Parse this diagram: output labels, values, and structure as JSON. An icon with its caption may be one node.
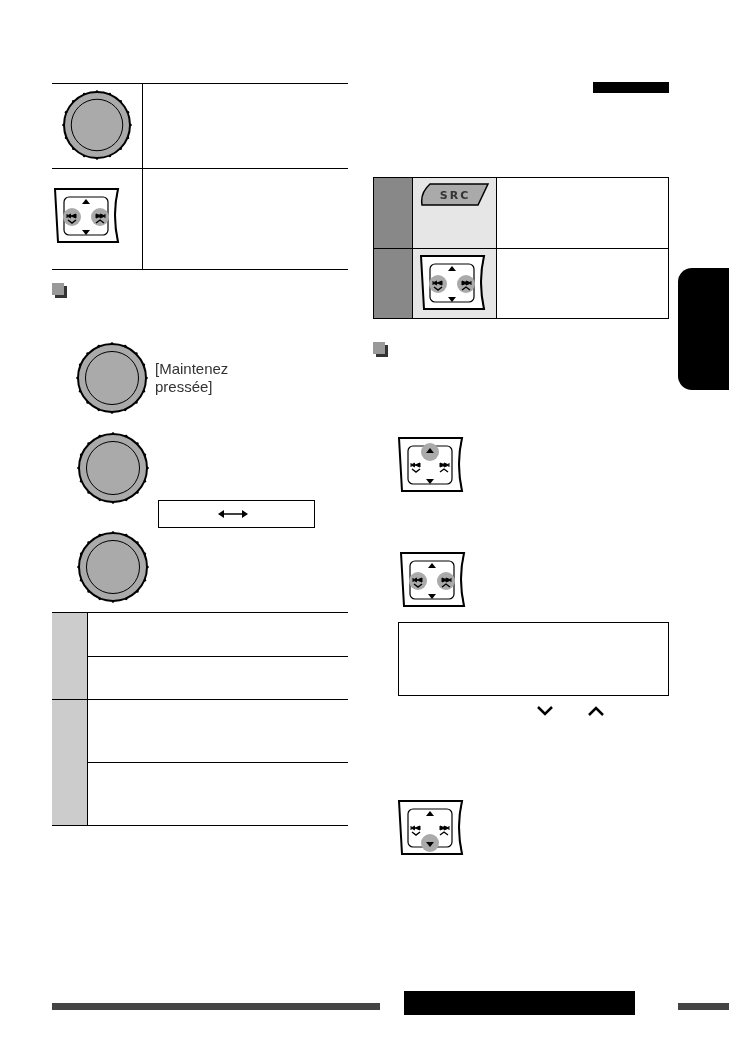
{
  "diagram": {
    "nodes": [
      {
        "text": [],
        "shape": "box"
      },
      {
        "text": [],
        "shape": "box"
      }
    ],
    "labels": [
      "[Maintenez pressée]",
      "SRC"
    ]
  }
}
